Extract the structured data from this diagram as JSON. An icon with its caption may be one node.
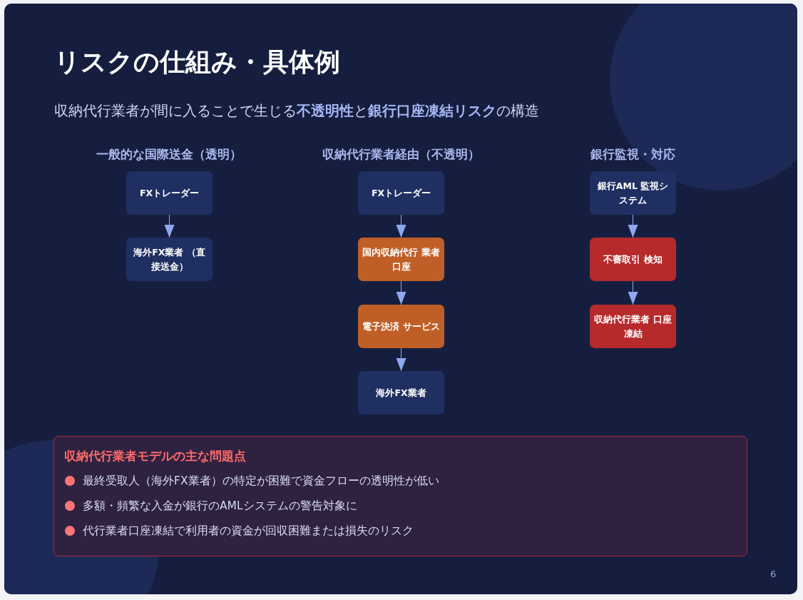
{
  "diagram": {
    "title": "リスクの仕組み・具体例",
    "nodes": [
      {
        "text": [
          "FXトレーダー"
        ]
      },
      {
        "text": [
          "海外FX業者 （直接送金）"
        ]
      },
      {
        "text": [
          "FXトレーダー"
        ]
      },
      {
        "text": [
          "国内収納代行 業者口座"
        ]
      },
      {
        "text": [
          "電子決済 サービス"
        ]
      },
      {
        "text": [
          "海外FX業者"
        ]
      },
      {
        "text": [
          "銀行AML 監視システム"
        ]
      },
      {
        "text": [
          "不審取引 検知"
        ]
      },
      {
        "text": [
          "収納代行業者 口座凍結"
        ]
      },
      {
        "text": [
          "収納代行業者モデルの主な問題点",
          "最終受取人（海外FX業者）の特定が困難で資金フローの透明性が低い",
          "多額・頻繁な入金が銀行のAMLシステムの警告対象に",
          "代行業者口座凍結で利用者の資金が回収困難または損失のリスク"
        ]
      }
    ],
    "edges": [
      {
        "from": 0,
        "to": 1,
        "arrow": "to"
      },
      {
        "from": 2,
        "to": 3,
        "arrow": "to"
      },
      {
        "from": 3,
        "to": 4,
        "arrow": "to"
      },
      {
        "from": 4,
        "to": 5,
        "arrow": "to"
      },
      {
        "from": 6,
        "to": 7,
        "arrow": "to"
      },
      {
        "from": 7,
        "to": 8,
        "arrow": "to"
      }
    ],
    "labels": [
      "収納代行業者が間に入ることで生じる**不透明性**と**銀行口座凍結リスク**の構造",
      "一般的な国際送金（透明）",
      "収納代行業者経由（不透明）",
      "銀行監視・対応",
      "6"
    ]
  }
}
